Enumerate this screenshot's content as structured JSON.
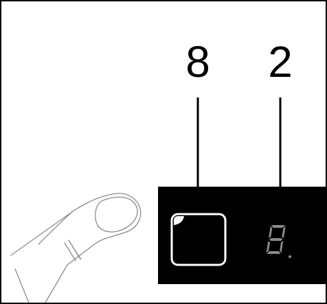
{
  "callouts": {
    "left_number": "8",
    "right_number": "2"
  },
  "panel": {
    "background_color": "#000000",
    "indicator_color": "#ffffff",
    "digit_color": "#8a8a8a",
    "digit_display": "8",
    "button_icon": "rounded-square-button-icon",
    "finger_icon": "pointing-finger-icon"
  }
}
